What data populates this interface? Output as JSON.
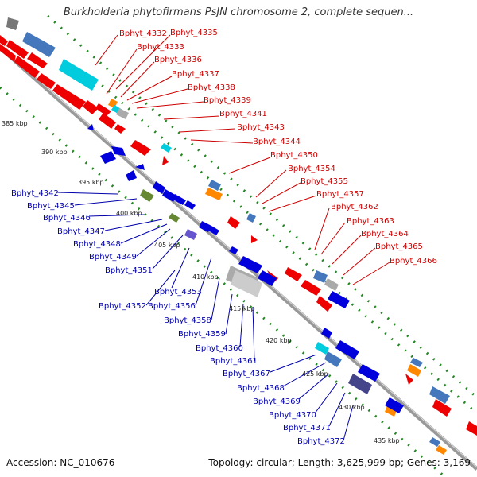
{
  "title": "Burkholderia phytofirmans PsJN chromosome 2, complete sequen...",
  "accession": "Accession: NC_010676",
  "topology": "Topology: circular; Length: 3,625,999 bp; Genes: 3,169",
  "colors": {
    "forward_gene": "#ee0000",
    "reverse_gene": "#0000dd",
    "backbone": "#888888",
    "dots": "#228822",
    "steel": "#4477bb",
    "cyan": "#00ccdd",
    "orange": "#ff8800",
    "gray": "#aaaaaa",
    "olive": "#668833",
    "purple": "#6655cc"
  },
  "ticks": [
    "385 kbp",
    "390 kbp",
    "395 kbp",
    "400 kbp",
    "405 kbp",
    "410 kbp",
    "415 kbp",
    "420 kbp",
    "425 kbp",
    "430 kbp",
    "435 kbp"
  ],
  "top_labels": [
    "Bphyt_4332",
    "Bphyt_4335",
    "Bphyt_4333",
    "Bphyt_4336",
    "Bphyt_4337",
    "Bphyt_4338",
    "Bphyt_4339",
    "Bphyt_4341",
    "Bphyt_4343",
    "Bphyt_4344",
    "Bphyt_4350",
    "Bphyt_4354",
    "Bphyt_4355",
    "Bphyt_4357",
    "Bphyt_4362",
    "Bphyt_4363",
    "Bphyt_4364",
    "Bphyt_4365",
    "Bphyt_4366"
  ],
  "bottom_labels": [
    "Bphyt_4342",
    "Bphyt_4345",
    "Bphyt_4346",
    "Bphyt_4347",
    "Bphyt_4348",
    "Bphyt_4349",
    "Bphyt_4351",
    "Bphyt_4353",
    "Bphyt_4352",
    "Bphyt_4356",
    "Bphyt_4358",
    "Bphyt_4359",
    "Bphyt_4360",
    "Bphyt_4361",
    "Bphyt_4367",
    "Bphyt_4368",
    "Bphyt_4369",
    "Bphyt_4370",
    "Bphyt_4371",
    "Bphyt_4372"
  ]
}
